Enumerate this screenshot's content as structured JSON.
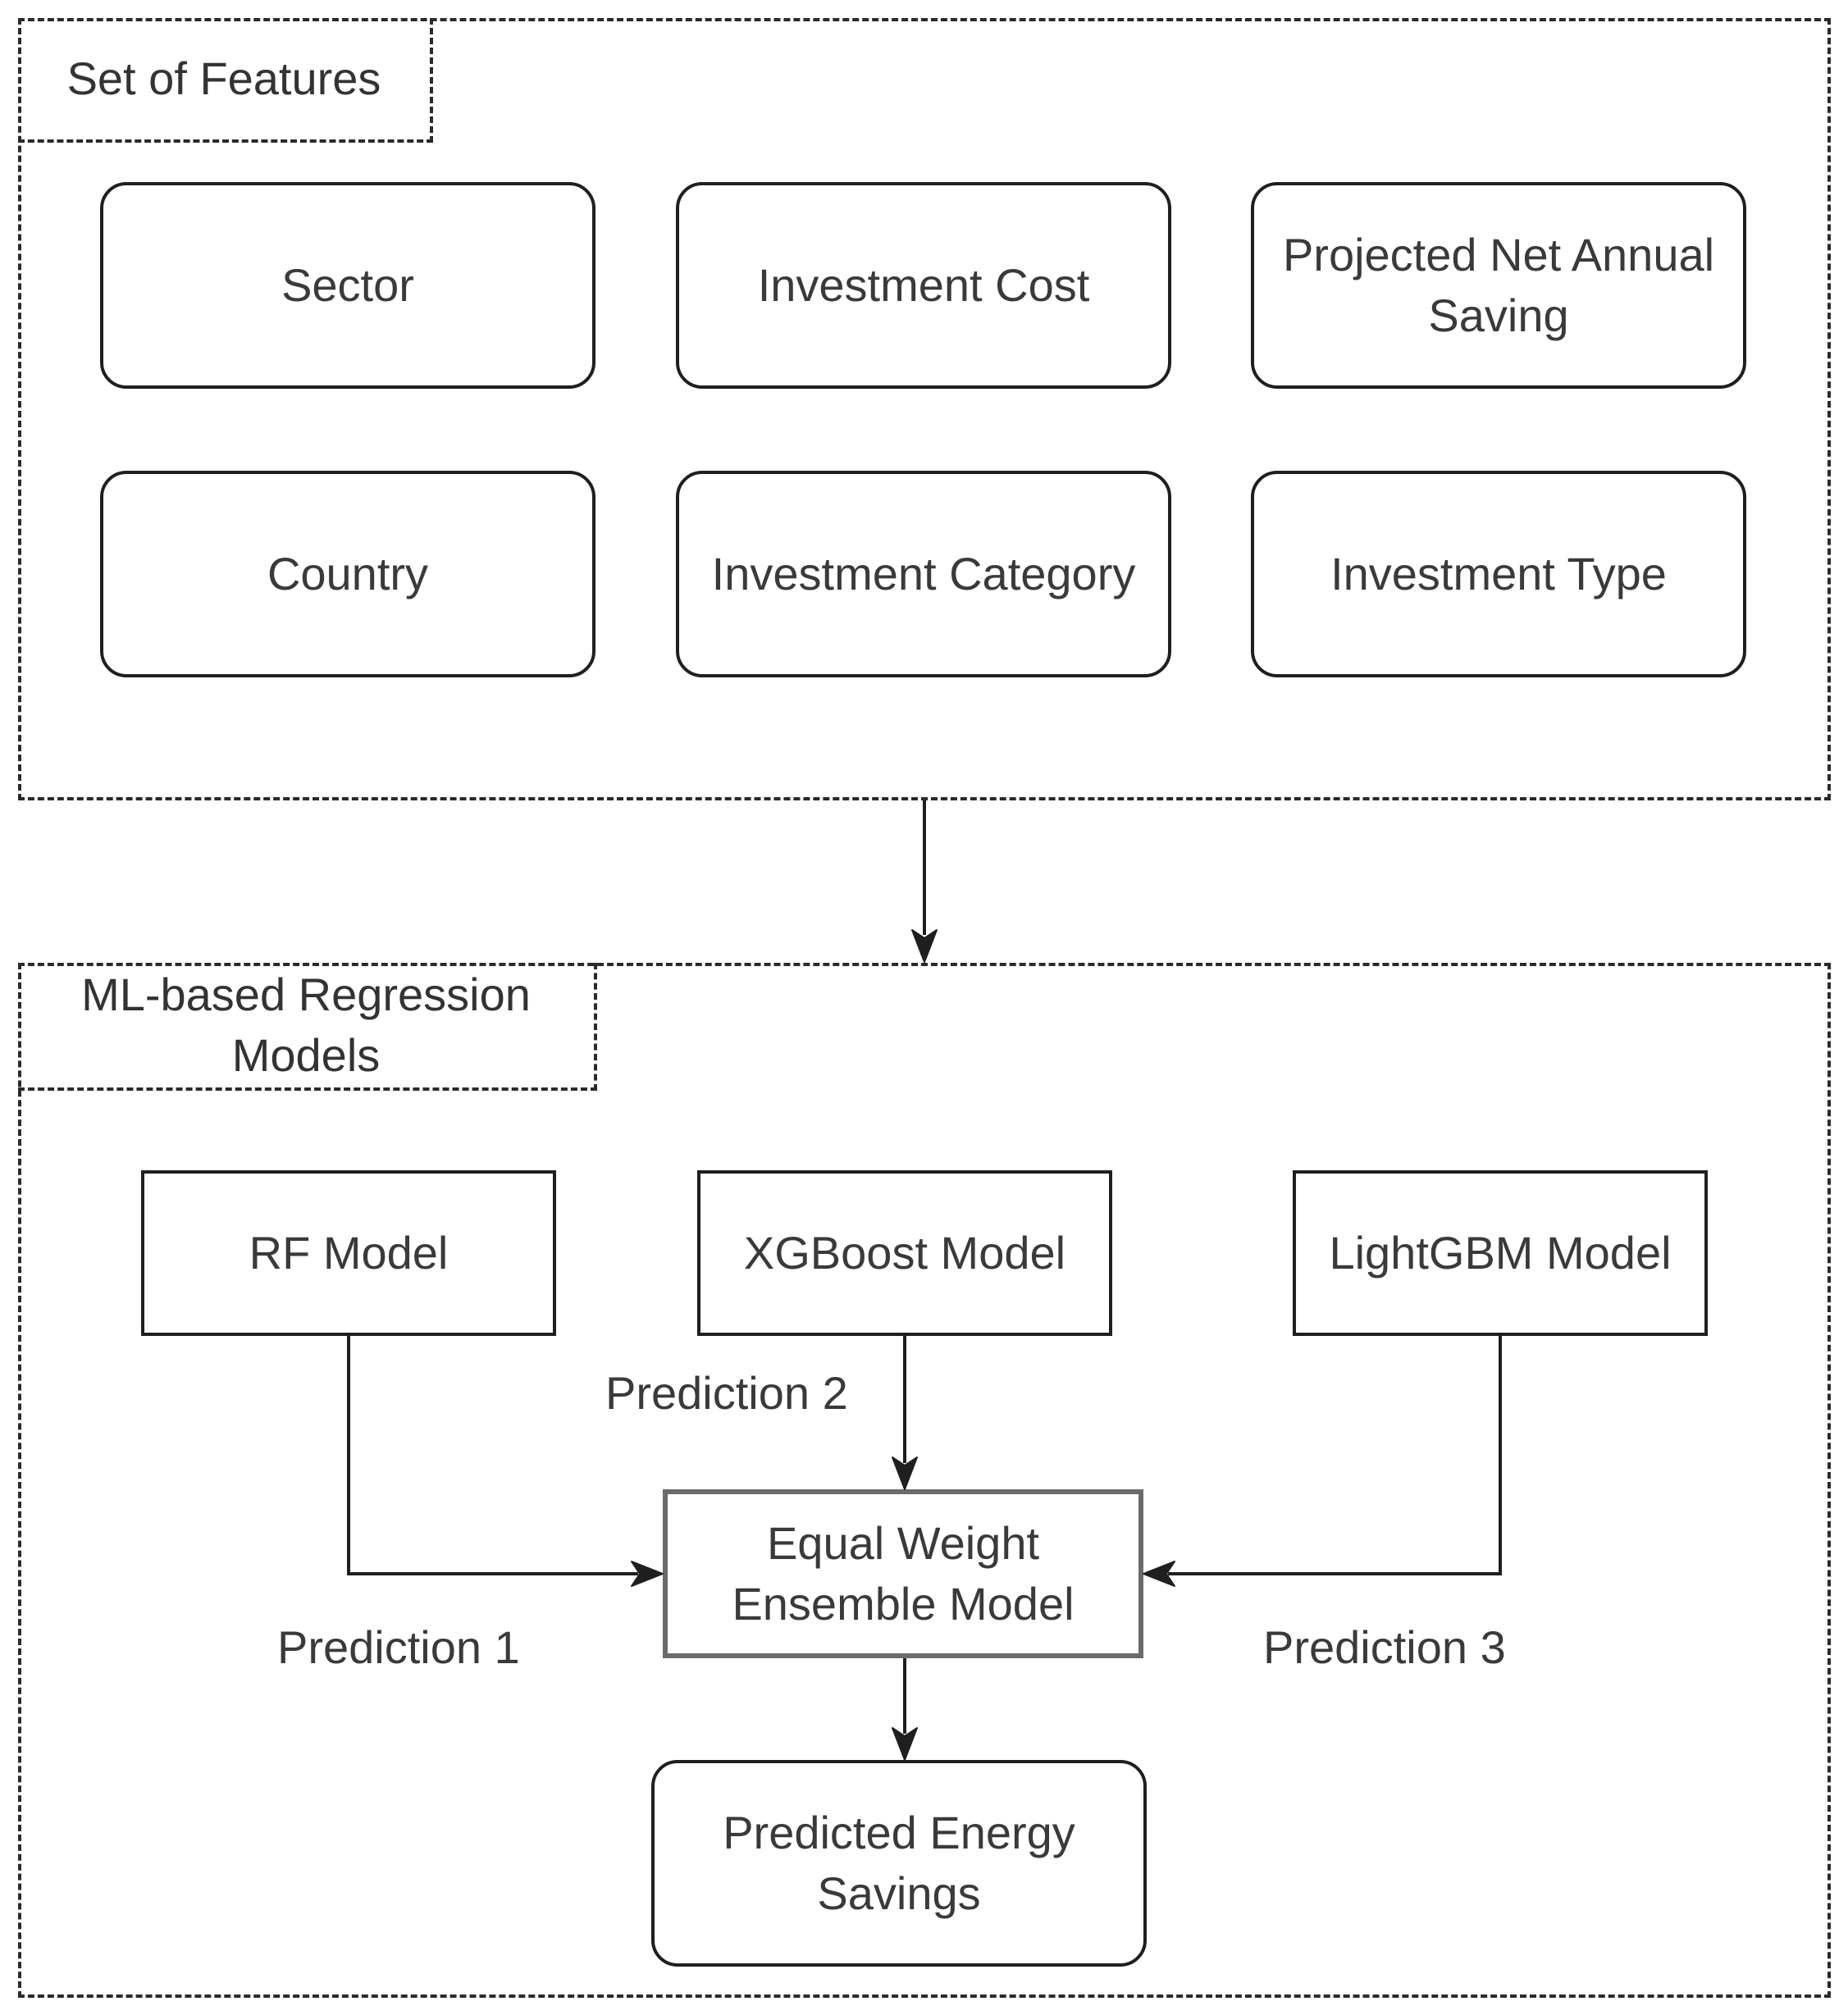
{
  "features_group": {
    "label": "Set of Features",
    "items": [
      {
        "id": "sector",
        "label": "Sector"
      },
      {
        "id": "investment-cost",
        "label": "Investment Cost"
      },
      {
        "id": "projected-net-annual-saving",
        "label": "Projected Net Annual\nSaving"
      },
      {
        "id": "country",
        "label": "Country"
      },
      {
        "id": "investment-category",
        "label": "Investment Category"
      },
      {
        "id": "investment-type",
        "label": "Investment Type"
      }
    ]
  },
  "models_group": {
    "label": "ML-based Regression\nModels",
    "models": [
      {
        "id": "rf",
        "label": "RF Model"
      },
      {
        "id": "xgboost",
        "label": "XGBoost Model"
      },
      {
        "id": "lightgbm",
        "label": "LightGBM Model"
      }
    ],
    "ensemble": {
      "label": "Equal Weight\nEnsemble Model"
    },
    "output": {
      "label": "Predicted Energy\nSavings"
    },
    "edge_labels": {
      "prediction_1": "Prediction 1",
      "prediction_2": "Prediction 2",
      "prediction_3": "Prediction 3"
    }
  }
}
